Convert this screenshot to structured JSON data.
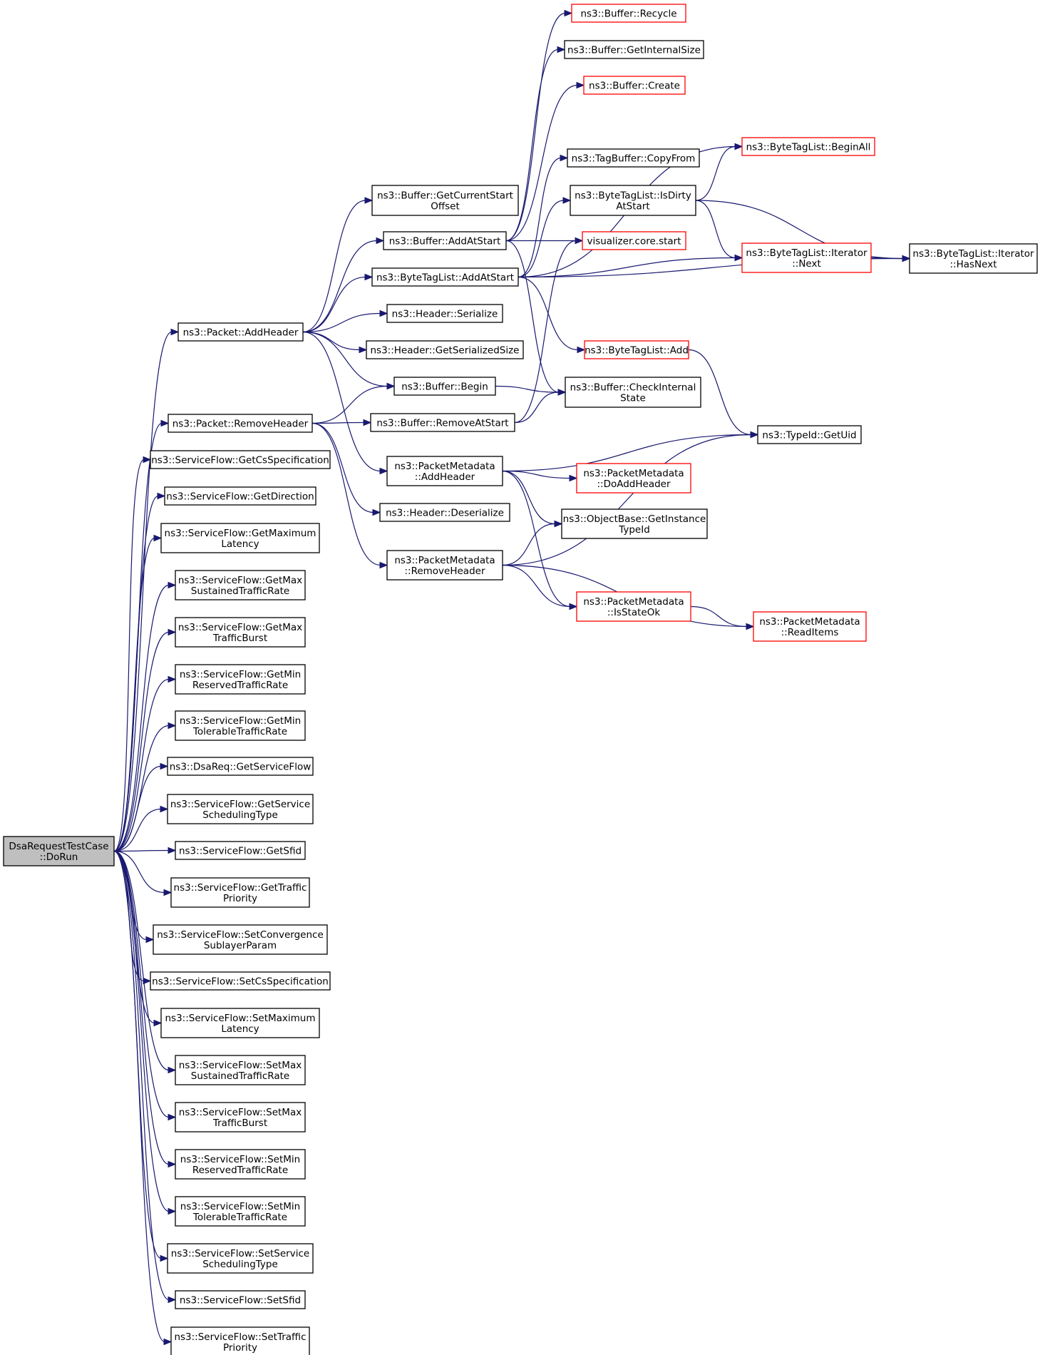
{
  "colors": {
    "edge": "#191970",
    "border_normal": "#000000",
    "border_truncated": "#ff0000",
    "root_fill": "#bfbfbf",
    "node_fill": "#ffffff"
  },
  "nodes": [
    {
      "id": "root",
      "lines": [
        "DsaRequestTestCase",
        "::DoRun"
      ],
      "style": "root"
    },
    {
      "id": "pkt_addheader",
      "lines": [
        "ns3::Packet::AddHeader"
      ],
      "style": "normal"
    },
    {
      "id": "pkt_removeheader",
      "lines": [
        "ns3::Packet::RemoveHeader"
      ],
      "style": "normal"
    },
    {
      "id": "sf_getcsspec",
      "lines": [
        "ns3::ServiceFlow::GetCsSpecification"
      ],
      "style": "normal"
    },
    {
      "id": "sf_getdirection",
      "lines": [
        "ns3::ServiceFlow::GetDirection"
      ],
      "style": "normal"
    },
    {
      "id": "sf_getmaxlatency",
      "lines": [
        "ns3::ServiceFlow::GetMaximum",
        "Latency"
      ],
      "style": "normal"
    },
    {
      "id": "sf_getmaxsustained",
      "lines": [
        "ns3::ServiceFlow::GetMax",
        "SustainedTrafficRate"
      ],
      "style": "normal"
    },
    {
      "id": "sf_getmaxburst",
      "lines": [
        "ns3::ServiceFlow::GetMax",
        "TrafficBurst"
      ],
      "style": "normal"
    },
    {
      "id": "sf_getminreserved",
      "lines": [
        "ns3::ServiceFlow::GetMin",
        "ReservedTrafficRate"
      ],
      "style": "normal"
    },
    {
      "id": "sf_getmintolerable",
      "lines": [
        "ns3::ServiceFlow::GetMin",
        "TolerableTrafficRate"
      ],
      "style": "normal"
    },
    {
      "id": "dsareq_getsf",
      "lines": [
        "ns3::DsaReq::GetServiceFlow"
      ],
      "style": "normal"
    },
    {
      "id": "sf_getsched",
      "lines": [
        "ns3::ServiceFlow::GetService",
        "SchedulingType"
      ],
      "style": "normal"
    },
    {
      "id": "sf_getsfid",
      "lines": [
        "ns3::ServiceFlow::GetSfid"
      ],
      "style": "normal"
    },
    {
      "id": "sf_gettrafficprio",
      "lines": [
        "ns3::ServiceFlow::GetTraffic",
        "Priority"
      ],
      "style": "normal"
    },
    {
      "id": "sf_setconv",
      "lines": [
        "ns3::ServiceFlow::SetConvergence",
        "SublayerParam"
      ],
      "style": "normal"
    },
    {
      "id": "sf_setcsspec",
      "lines": [
        "ns3::ServiceFlow::SetCsSpecification"
      ],
      "style": "normal"
    },
    {
      "id": "sf_setmaxlatency",
      "lines": [
        "ns3::ServiceFlow::SetMaximum",
        "Latency"
      ],
      "style": "normal"
    },
    {
      "id": "sf_setmaxsustained",
      "lines": [
        "ns3::ServiceFlow::SetMax",
        "SustainedTrafficRate"
      ],
      "style": "normal"
    },
    {
      "id": "sf_setmaxburst",
      "lines": [
        "ns3::ServiceFlow::SetMax",
        "TrafficBurst"
      ],
      "style": "normal"
    },
    {
      "id": "sf_setminreserved",
      "lines": [
        "ns3::ServiceFlow::SetMin",
        "ReservedTrafficRate"
      ],
      "style": "normal"
    },
    {
      "id": "sf_setmintolerable",
      "lines": [
        "ns3::ServiceFlow::SetMin",
        "TolerableTrafficRate"
      ],
      "style": "normal"
    },
    {
      "id": "sf_setsched",
      "lines": [
        "ns3::ServiceFlow::SetService",
        "SchedulingType"
      ],
      "style": "normal"
    },
    {
      "id": "sf_setsfid",
      "lines": [
        "ns3::ServiceFlow::SetSfid"
      ],
      "style": "normal"
    },
    {
      "id": "sf_settrafficprio",
      "lines": [
        "ns3::ServiceFlow::SetTraffic",
        "Priority"
      ],
      "style": "normal"
    },
    {
      "id": "buf_getcurstart",
      "lines": [
        "ns3::Buffer::GetCurrentStart",
        "Offset"
      ],
      "style": "normal"
    },
    {
      "id": "buf_addatstart",
      "lines": [
        "ns3::Buffer::AddAtStart"
      ],
      "style": "normal"
    },
    {
      "id": "btl_addatstart",
      "lines": [
        "ns3::ByteTagList::AddAtStart"
      ],
      "style": "normal"
    },
    {
      "id": "hdr_serialize",
      "lines": [
        "ns3::Header::Serialize"
      ],
      "style": "normal"
    },
    {
      "id": "hdr_getsersize",
      "lines": [
        "ns3::Header::GetSerializedSize"
      ],
      "style": "normal"
    },
    {
      "id": "buf_begin",
      "lines": [
        "ns3::Buffer::Begin"
      ],
      "style": "normal"
    },
    {
      "id": "buf_removeatstart",
      "lines": [
        "ns3::Buffer::RemoveAtStart"
      ],
      "style": "normal"
    },
    {
      "id": "pm_addheader",
      "lines": [
        "ns3::PacketMetadata",
        "::AddHeader"
      ],
      "style": "normal"
    },
    {
      "id": "hdr_deserialize",
      "lines": [
        "ns3::Header::Deserialize"
      ],
      "style": "normal"
    },
    {
      "id": "pm_removeheader",
      "lines": [
        "ns3::PacketMetadata",
        "::RemoveHeader"
      ],
      "style": "normal"
    },
    {
      "id": "buf_recycle",
      "lines": [
        "ns3::Buffer::Recycle"
      ],
      "style": "truncated"
    },
    {
      "id": "buf_getintsize",
      "lines": [
        "ns3::Buffer::GetInternalSize"
      ],
      "style": "normal"
    },
    {
      "id": "buf_create",
      "lines": [
        "ns3::Buffer::Create"
      ],
      "style": "truncated"
    },
    {
      "id": "tagbuf_copyfrom",
      "lines": [
        "ns3::TagBuffer::CopyFrom"
      ],
      "style": "normal"
    },
    {
      "id": "btl_isdirty",
      "lines": [
        "ns3::ByteTagList::IsDirty",
        "AtStart"
      ],
      "style": "normal"
    },
    {
      "id": "vis_core_start",
      "lines": [
        "visualizer.core.start"
      ],
      "style": "truncated"
    },
    {
      "id": "btl_add",
      "lines": [
        "ns3::ByteTagList::Add"
      ],
      "style": "truncated"
    },
    {
      "id": "buf_checkinternal",
      "lines": [
        "ns3::Buffer::CheckInternal",
        "State"
      ],
      "style": "normal"
    },
    {
      "id": "pm_doaddheader",
      "lines": [
        "ns3::PacketMetadata",
        "::DoAddHeader"
      ],
      "style": "truncated"
    },
    {
      "id": "ob_getinstancetid",
      "lines": [
        "ns3::ObjectBase::GetInstance",
        "TypeId"
      ],
      "style": "normal"
    },
    {
      "id": "pm_isstateok",
      "lines": [
        "ns3::PacketMetadata",
        "::IsStateOk"
      ],
      "style": "truncated"
    },
    {
      "id": "btl_beginall",
      "lines": [
        "ns3::ByteTagList::BeginAll"
      ],
      "style": "truncated"
    },
    {
      "id": "btl_iter_next",
      "lines": [
        "ns3::ByteTagList::Iterator",
        "::Next"
      ],
      "style": "truncated"
    },
    {
      "id": "tid_getuid",
      "lines": [
        "ns3::TypeId::GetUid"
      ],
      "style": "normal"
    },
    {
      "id": "pm_readitems",
      "lines": [
        "ns3::PacketMetadata",
        "::ReadItems"
      ],
      "style": "truncated"
    },
    {
      "id": "btl_iter_hasnext",
      "lines": [
        "ns3::ByteTagList::Iterator",
        "::HasNext"
      ],
      "style": "normal"
    }
  ],
  "edges": [
    [
      "root",
      "pkt_addheader"
    ],
    [
      "root",
      "pkt_removeheader"
    ],
    [
      "root",
      "sf_getcsspec"
    ],
    [
      "root",
      "sf_getdirection"
    ],
    [
      "root",
      "sf_getmaxlatency"
    ],
    [
      "root",
      "sf_getmaxsustained"
    ],
    [
      "root",
      "sf_getmaxburst"
    ],
    [
      "root",
      "sf_getminreserved"
    ],
    [
      "root",
      "sf_getmintolerable"
    ],
    [
      "root",
      "dsareq_getsf"
    ],
    [
      "root",
      "sf_getsched"
    ],
    [
      "root",
      "sf_getsfid"
    ],
    [
      "root",
      "sf_gettrafficprio"
    ],
    [
      "root",
      "sf_setconv"
    ],
    [
      "root",
      "sf_setcsspec"
    ],
    [
      "root",
      "sf_setmaxlatency"
    ],
    [
      "root",
      "sf_setmaxsustained"
    ],
    [
      "root",
      "sf_setmaxburst"
    ],
    [
      "root",
      "sf_setminreserved"
    ],
    [
      "root",
      "sf_setmintolerable"
    ],
    [
      "root",
      "sf_setsched"
    ],
    [
      "root",
      "sf_setsfid"
    ],
    [
      "root",
      "sf_settrafficprio"
    ],
    [
      "pkt_addheader",
      "buf_getcurstart"
    ],
    [
      "pkt_addheader",
      "buf_addatstart"
    ],
    [
      "pkt_addheader",
      "btl_addatstart"
    ],
    [
      "pkt_addheader",
      "hdr_serialize"
    ],
    [
      "pkt_addheader",
      "hdr_getsersize"
    ],
    [
      "pkt_addheader",
      "buf_begin"
    ],
    [
      "pkt_addheader",
      "pm_addheader"
    ],
    [
      "pkt_removeheader",
      "buf_begin"
    ],
    [
      "pkt_removeheader",
      "buf_removeatstart"
    ],
    [
      "pkt_removeheader",
      "hdr_deserialize"
    ],
    [
      "pkt_removeheader",
      "pm_removeheader"
    ],
    [
      "buf_addatstart",
      "buf_recycle"
    ],
    [
      "buf_addatstart",
      "buf_getintsize"
    ],
    [
      "buf_addatstart",
      "buf_create"
    ],
    [
      "buf_addatstart",
      "vis_core_start"
    ],
    [
      "buf_addatstart",
      "buf_checkinternal"
    ],
    [
      "btl_addatstart",
      "btl_beginall"
    ],
    [
      "btl_addatstart",
      "tagbuf_copyfrom"
    ],
    [
      "btl_addatstart",
      "btl_isdirty"
    ],
    [
      "btl_addatstart",
      "btl_iter_next"
    ],
    [
      "btl_addatstart",
      "btl_iter_hasnext"
    ],
    [
      "btl_addatstart",
      "btl_add"
    ],
    [
      "buf_begin",
      "buf_checkinternal"
    ],
    [
      "buf_removeatstart",
      "buf_checkinternal"
    ],
    [
      "buf_removeatstart",
      "vis_core_start"
    ],
    [
      "btl_isdirty",
      "btl_beginall"
    ],
    [
      "btl_isdirty",
      "btl_iter_next"
    ],
    [
      "btl_isdirty",
      "btl_iter_hasnext"
    ],
    [
      "btl_iter_next",
      "btl_iter_hasnext"
    ],
    [
      "btl_add",
      "tid_getuid"
    ],
    [
      "pm_addheader",
      "tid_getuid"
    ],
    [
      "pm_addheader",
      "pm_doaddheader"
    ],
    [
      "pm_addheader",
      "ob_getinstancetid"
    ],
    [
      "pm_addheader",
      "pm_isstateok"
    ],
    [
      "pm_removeheader",
      "ob_getinstancetid"
    ],
    [
      "pm_removeheader",
      "tid_getuid"
    ],
    [
      "pm_removeheader",
      "pm_isstateok"
    ],
    [
      "pm_removeheader",
      "pm_readitems"
    ],
    [
      "pm_isstateok",
      "pm_readitems"
    ]
  ]
}
